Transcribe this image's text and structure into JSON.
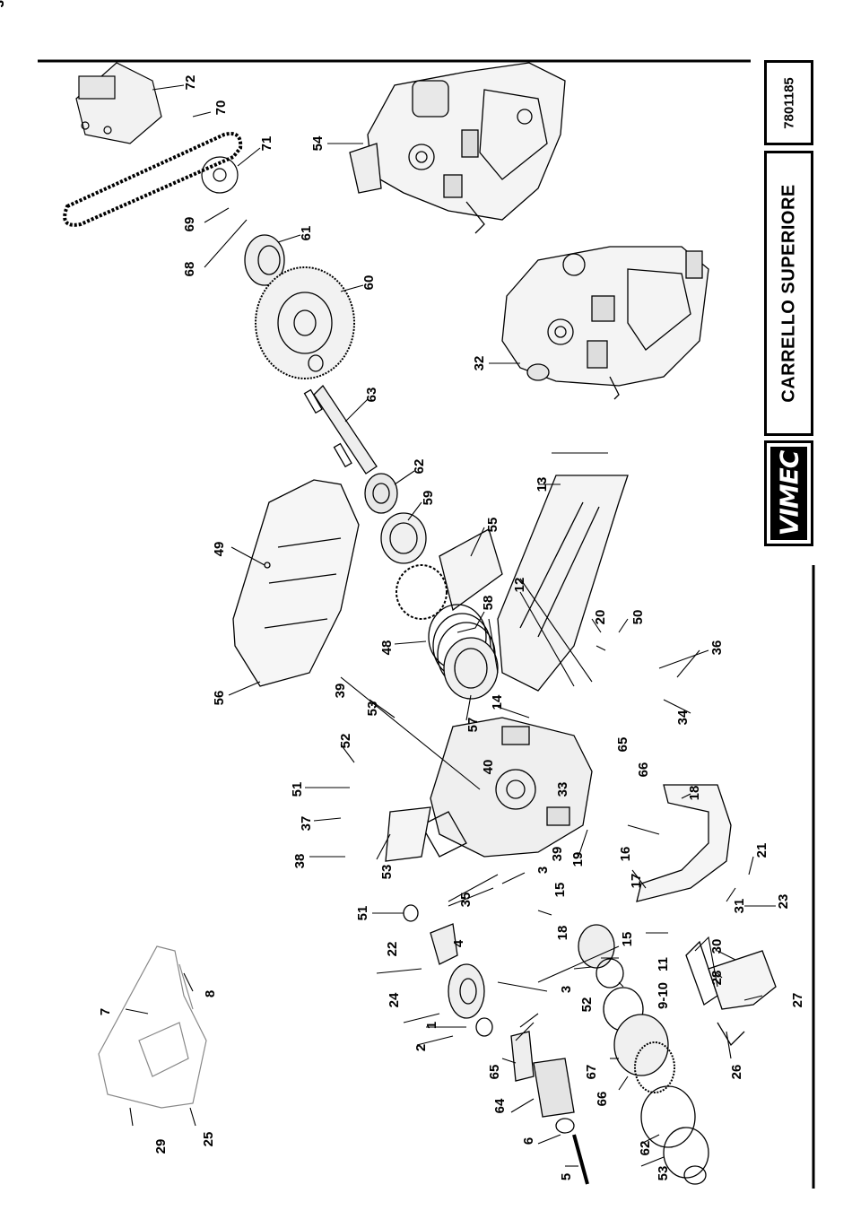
{
  "document": {
    "code": "7801185",
    "title": "CARRELLO SUPERIORE",
    "brand": "VIMEC"
  },
  "callouts": [
    "72",
    "70",
    "71",
    "69",
    "68",
    "61",
    "60",
    "63",
    "62",
    "59",
    "55",
    "49",
    "56",
    "48",
    "58",
    "57",
    "39",
    "14",
    "12",
    "13",
    "20",
    "50",
    "36",
    "34",
    "53",
    "52",
    "51",
    "37",
    "38",
    "53",
    "51",
    "35",
    "3",
    "19",
    "15",
    "18",
    "16",
    "17",
    "21",
    "31",
    "23",
    "22",
    "24",
    "1",
    "2",
    "4",
    "3",
    "52",
    "11",
    "9-10",
    "67",
    "66",
    "65",
    "64",
    "6",
    "5",
    "7",
    "8",
    "29",
    "25",
    "30",
    "28",
    "27",
    "26",
    "54",
    "32",
    "40",
    "33",
    "39",
    "15",
    "18",
    "62",
    "53",
    "65",
    "66",
    "37",
    "38"
  ]
}
